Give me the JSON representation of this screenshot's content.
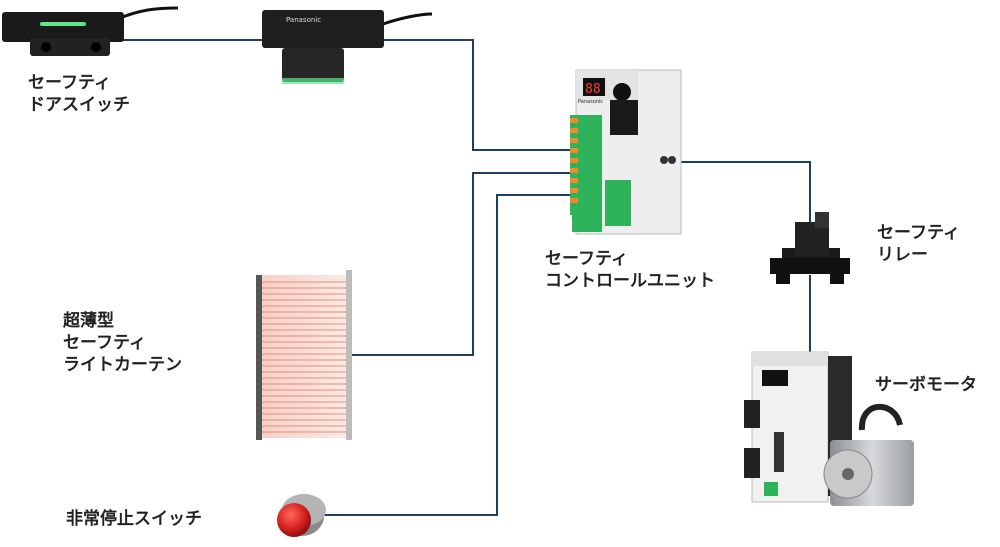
{
  "labels": {
    "door_switch": [
      "セーフティ",
      "ドアスイッチ"
    ],
    "controller": [
      "セーフティ",
      "コントロールユニット"
    ],
    "relay": [
      "セーフティ",
      "リレー"
    ],
    "light_curtain": [
      "超薄型",
      "セーフティ",
      "ライトカーテン"
    ],
    "servo": [
      "サーボモータ"
    ],
    "estop": [
      "非常停止スイッチ"
    ]
  },
  "device_text": {
    "brand": "Panasonic",
    "display": "88"
  },
  "colors": {
    "line": "#1c3f63",
    "terminal_green": "#2fb35a",
    "terminal_orange": "#f08a2a",
    "estop_red": "#d41f1f",
    "led_green": "#5fe88a"
  }
}
